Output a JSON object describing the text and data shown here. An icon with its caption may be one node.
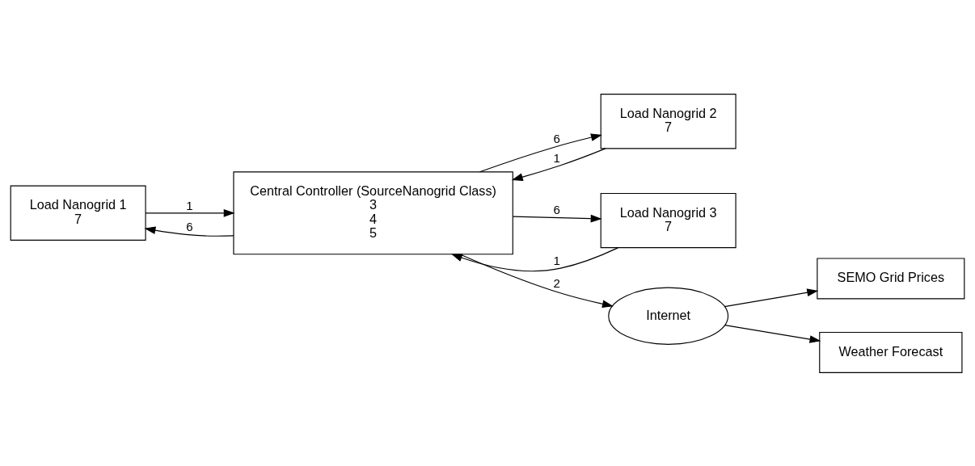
{
  "diagram": {
    "nodes": [
      {
        "text": [
          "Load Nanogrid 1",
          "7"
        ]
      },
      {
        "text": [
          "Load Nanogrid 2",
          "7"
        ]
      },
      {
        "text": [
          "Load Nanogrid 3",
          "7"
        ]
      },
      {
        "text": [
          "Central Controller (SourceNanogrid Class)",
          "3",
          "4",
          "5"
        ]
      },
      {
        "text": [
          "Internet"
        ]
      },
      {
        "text": [
          "SEMO Grid Prices"
        ]
      },
      {
        "text": [
          "Weather Forecast"
        ]
      }
    ],
    "edges": [
      {
        "from": 0,
        "to": 3,
        "arrow": "to",
        "label": "1"
      },
      {
        "from": 3,
        "to": 0,
        "arrow": "to",
        "label": "6"
      },
      {
        "from": 1,
        "to": 3,
        "arrow": "to",
        "label": "1"
      },
      {
        "from": 3,
        "to": 1,
        "arrow": "to",
        "label": "6"
      },
      {
        "from": 2,
        "to": 3,
        "arrow": "to",
        "label": "1"
      },
      {
        "from": 3,
        "to": 2,
        "arrow": "to",
        "label": "6"
      },
      {
        "from": 3,
        "to": 4,
        "arrow": "to",
        "label": "2"
      },
      {
        "from": 4,
        "to": 5,
        "arrow": "to"
      },
      {
        "from": 4,
        "to": 6,
        "arrow": "to"
      }
    ]
  }
}
